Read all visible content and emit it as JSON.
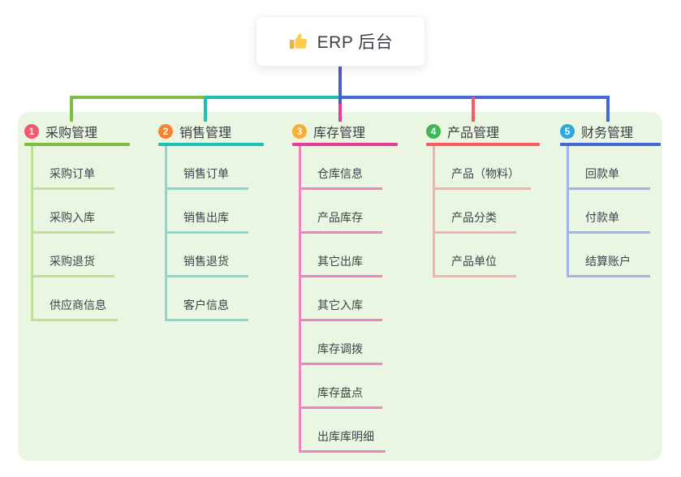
{
  "root": {
    "title": "ERP 后台",
    "icon": "thumbs-up-icon"
  },
  "panel": {
    "background": "#EAF6E2"
  },
  "connector": {
    "root_color": "#4C5BC6"
  },
  "branches": [
    {
      "index": "1",
      "title": "采购管理",
      "badge_color": "#F5586E",
      "line_color": "#7EBD41",
      "sub_line_color": "#BFE098",
      "items": [
        "采购订单",
        "采购入库",
        "采购退货",
        "供应商信息"
      ]
    },
    {
      "index": "2",
      "title": "销售管理",
      "badge_color": "#F7822F",
      "line_color": "#1FBFB4",
      "sub_line_color": "#83DAD3",
      "items": [
        "销售订单",
        "销售出库",
        "销售退货",
        "客户信息"
      ]
    },
    {
      "index": "3",
      "title": "库存管理",
      "badge_color": "#FBAC33",
      "line_color": "#E53C9C",
      "sub_line_color": "#F183C1",
      "items": [
        "仓库信息",
        "产品库存",
        "其它出库",
        "其它入库",
        "库存调拨",
        "库存盘点",
        "出库库明细"
      ]
    },
    {
      "index": "4",
      "title": "产品管理",
      "badge_color": "#3EB854",
      "line_color": "#FA5A62",
      "sub_line_color": "#F9AEB2",
      "items": [
        "产品（物料）",
        "产品分类",
        "产品单位"
      ]
    },
    {
      "index": "5",
      "title": "财务管理",
      "badge_color": "#2EA6DE",
      "line_color": "#4468D4",
      "sub_line_color": "#A0B4E7",
      "items": [
        "回款单",
        "付款单",
        "结算账户"
      ]
    }
  ]
}
